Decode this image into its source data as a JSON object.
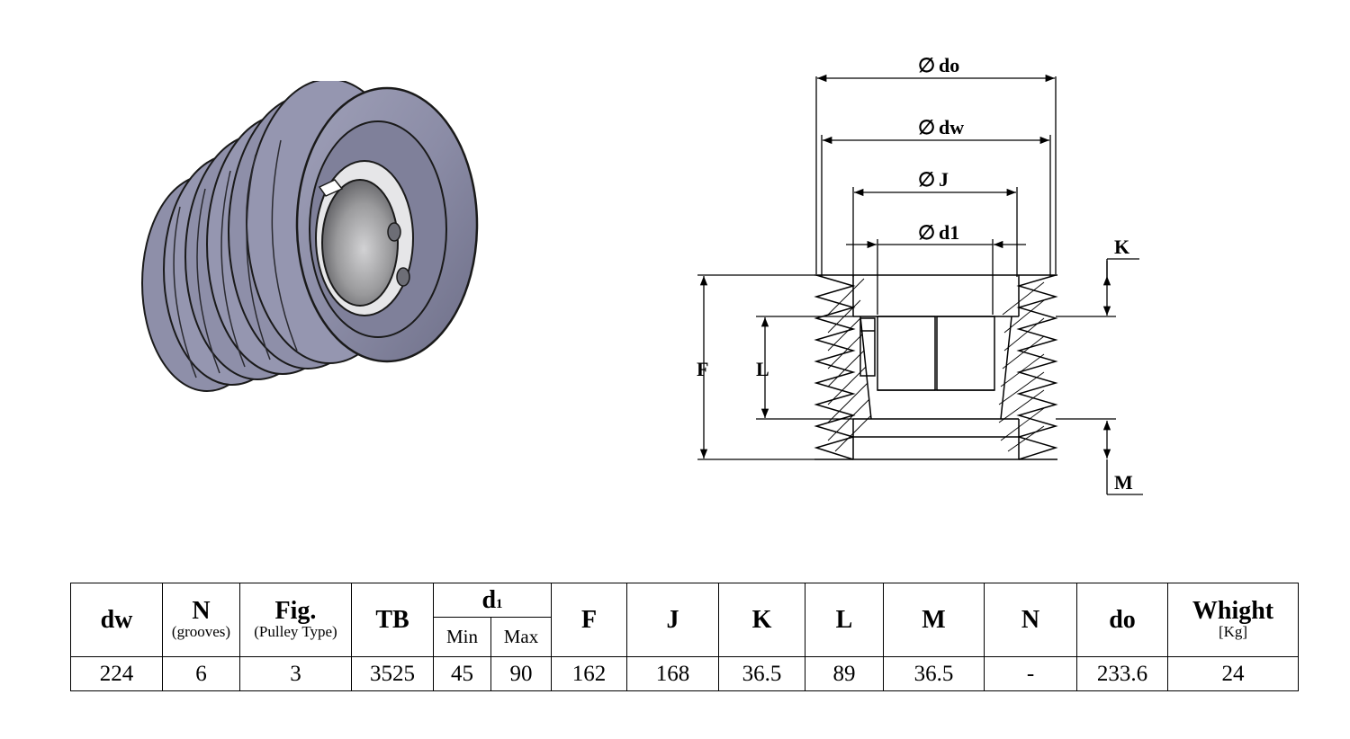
{
  "drawing": {
    "labels": {
      "do": "do",
      "dw": "dw",
      "J": "J",
      "d1": "d1",
      "K": "K",
      "F": "F",
      "L": "L",
      "M": "M"
    },
    "diameter_symbol": "∅"
  },
  "table": {
    "headers": {
      "dw": "dw",
      "N_grooves": "N",
      "N_grooves_sub": "(grooves)",
      "fig": "Fig.",
      "fig_sub": "(Pulley Type)",
      "tb": "TB",
      "d1": "d",
      "d1_index": "1",
      "d1_min": "Min",
      "d1_max": "Max",
      "F": "F",
      "J": "J",
      "K": "K",
      "L": "L",
      "M": "M",
      "N": "N",
      "do": "do",
      "weight": "Whight",
      "weight_unit": "[Kg]"
    },
    "row": {
      "dw": "224",
      "N_grooves": "6",
      "fig": "3",
      "tb": "3525",
      "d1_min": "45",
      "d1_max": "90",
      "F": "162",
      "J": "168",
      "K": "36.5",
      "L": "89",
      "M": "36.5",
      "N": "-",
      "do": "233.6",
      "weight": "24"
    }
  }
}
